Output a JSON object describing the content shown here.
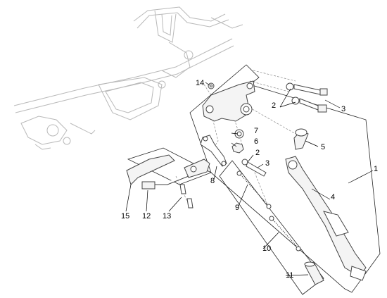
{
  "callouts": [
    {
      "id": "c1",
      "text": "1"
    },
    {
      "id": "c2a",
      "text": "2"
    },
    {
      "id": "c3a",
      "text": "3"
    },
    {
      "id": "c4",
      "text": "4"
    },
    {
      "id": "c5",
      "text": "5"
    },
    {
      "id": "c6",
      "text": "6"
    },
    {
      "id": "c7",
      "text": "7"
    },
    {
      "id": "c2b",
      "text": "2"
    },
    {
      "id": "c3b",
      "text": "3"
    },
    {
      "id": "c8",
      "text": "8"
    },
    {
      "id": "c9",
      "text": "9"
    },
    {
      "id": "c10",
      "text": "10"
    },
    {
      "id": "c11",
      "text": "11"
    },
    {
      "id": "c12",
      "text": "12"
    },
    {
      "id": "c13",
      "text": "13"
    },
    {
      "id": "c14",
      "text": "14"
    },
    {
      "id": "c15",
      "text": "15"
    }
  ]
}
